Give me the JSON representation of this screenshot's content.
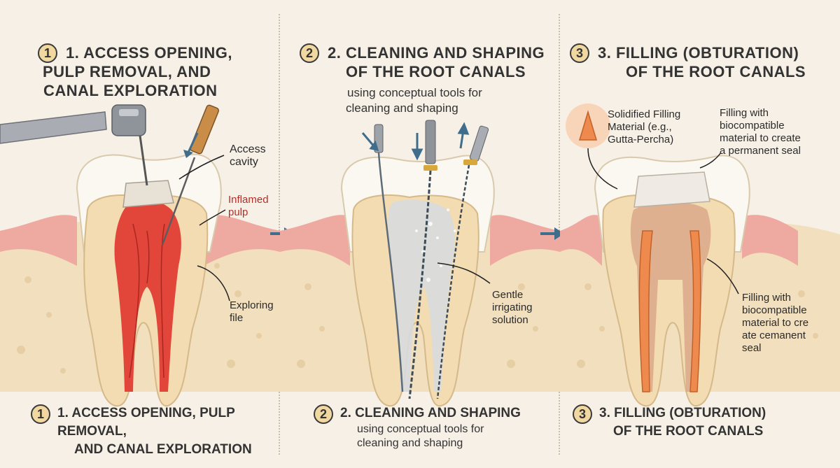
{
  "panels": [
    {
      "badge": "1",
      "title_lines": [
        "1. ACCESS OPENING,",
        "PULP REMOVAL, AND",
        "CANAL EXPLORATION"
      ],
      "labels": {
        "access": [
          "Access",
          "cavity"
        ],
        "inflamed": [
          "Inflamed",
          "pulp"
        ],
        "exploring": [
          "Exploring",
          "file"
        ]
      },
      "bottom_lines": [
        "1. ACCESS OPENING, PULP REMOVAL,",
        "AND CANAL EXPLORATION"
      ]
    },
    {
      "badge": "2",
      "title_lines": [
        "2. CLEANING AND SHAPING",
        "OF THE ROOT CANALS"
      ],
      "subtitle_lines": [
        "using conceptual tools for",
        "cleaning and shaping"
      ],
      "labels": {
        "irrigating": [
          "Gentle",
          "irrigating",
          "solution"
        ]
      },
      "bottom_title": "2. CLEANING AND SHAPING",
      "bottom_subtitle_lines": [
        "using conceptual tools for",
        "cleaning and shaping"
      ]
    },
    {
      "badge": "3",
      "title_lines": [
        "3. FILLING (OBTURATION)",
        "OF THE ROOT CANALS"
      ],
      "labels": {
        "material": [
          "Solidified Filling",
          "Material (e.g.,",
          "Gutta-Percha)"
        ],
        "seal_top": [
          "Filling with",
          "biocompatible",
          "material to create",
          "a permanent seal"
        ],
        "seal_side": [
          "Filling with",
          "biocompatible",
          "material to cre",
          "ate cemanent",
          "seal"
        ]
      },
      "bottom_lines": [
        "3. FILLING (OBTURATION)",
        "OF THE ROOT CANALS"
      ]
    }
  ],
  "colors": {
    "background": "#f6f0e6",
    "enamel": "#fbf8f1",
    "dentin": "#f3dcb2",
    "pulp_inflamed": "#e2463a",
    "gum": "#eeaaa0",
    "bone": "#f1dfbd",
    "filling": "#ee8a4e",
    "arrow": "#3f6d8c"
  },
  "icons": [
    "handpiece-drill-icon",
    "endodontic-file-icon",
    "gutta-percha-cone-icon",
    "process-arrow-icon"
  ]
}
